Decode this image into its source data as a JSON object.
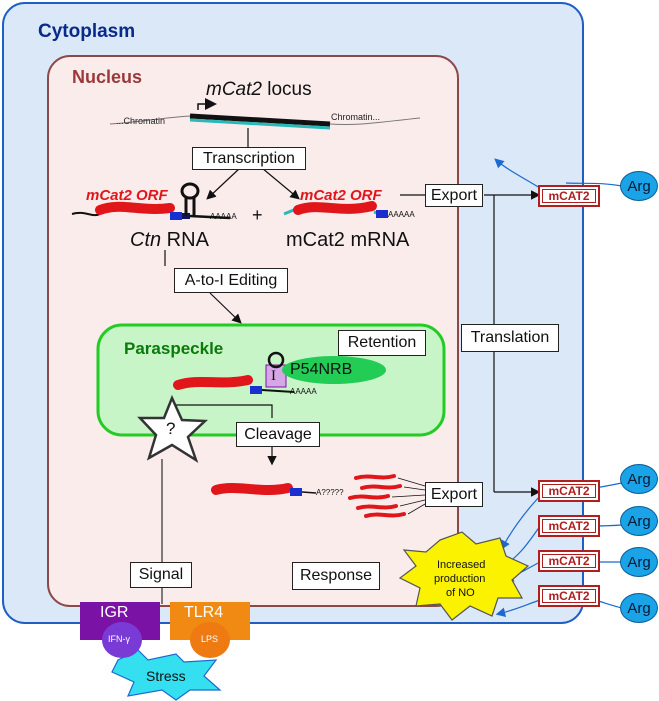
{
  "compartments": {
    "cytoplasm": "Cytoplasm",
    "nucleus": "Nucleus",
    "paraspeckle": "Paraspeckle"
  },
  "locus": {
    "gene": "mCat2",
    "suffix": " locus",
    "chromatin_left": "...Chromatin",
    "chromatin_right": "Chromatin..."
  },
  "rnas": {
    "ctn_orf": "mCat2 ORF",
    "ctn_name": "Ctn",
    "ctn_suffix": " RNA",
    "plus": "+",
    "mrna_orf": "mCat2 ORF",
    "mrna_name": "mCat2 mRNA",
    "polyA": "AAAAA",
    "cleaved_polyA": "A?????"
  },
  "steps": {
    "transcription": "Transcription",
    "editing": "A-to-I Editing",
    "export_top": "Export",
    "translation": "Translation",
    "retention": "Retention",
    "cleavage": "Cleavage",
    "export_bottom": "Export",
    "signal": "Signal",
    "response": "Response"
  },
  "proteins": {
    "p54nrb": "P54NRB",
    "inosine": "I",
    "unknown": "?",
    "mcat2": [
      "mCAT2",
      "mCAT2",
      "mCAT2",
      "mCAT2",
      "mCAT2"
    ],
    "arg": [
      "Arg",
      "Arg",
      "Arg",
      "Arg",
      "Arg"
    ]
  },
  "outcome": {
    "line1": "Increased",
    "line2": "production",
    "line3": "of NO"
  },
  "receptors": {
    "igr": "IGR",
    "ifn": "IFN-γ",
    "tlr4": "TLR4",
    "lps": "LPS",
    "stress": "Stress"
  },
  "colors": {
    "cytoplasm_fill": "#dbe8f8",
    "cytoplasm_border": "#1f5fc4",
    "nucleus_fill": "#fbecec",
    "nucleus_border": "#8a4a4a",
    "paraspeckle_fill": "#c8f5c8",
    "paraspeckle_border": "#22cc22",
    "rna_red": "#e0161b",
    "igr_purple": "#7a12a6",
    "tlr4_orange": "#f08a12",
    "stress_cyan": "#34e0f0",
    "burst_yellow": "#fbf200",
    "arg_blue": "#1aa3e6",
    "mcat_red": "#b01e1e"
  }
}
